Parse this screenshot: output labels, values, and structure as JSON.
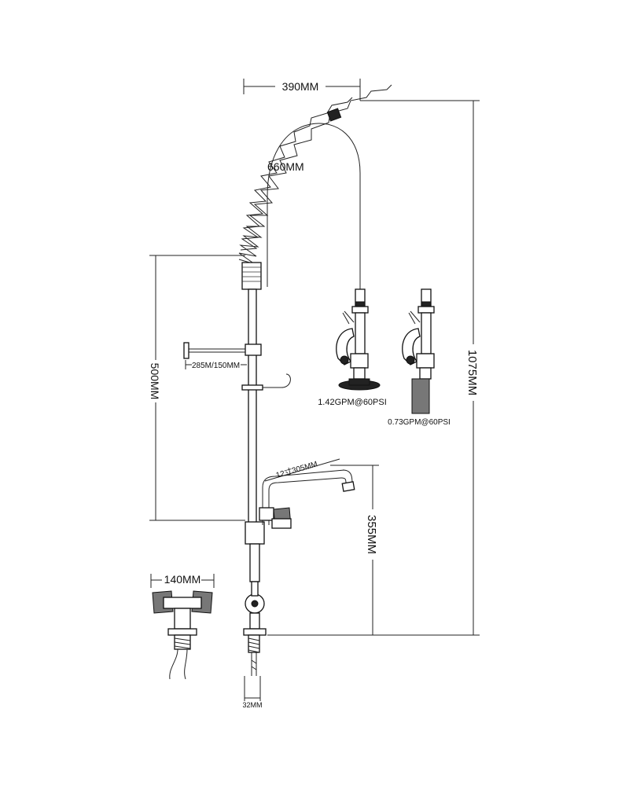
{
  "dimensions": {
    "spring_width": "390MM",
    "total_height": "1075MM",
    "hose_length": "660MM",
    "column_height": "500MM",
    "wall_bracket": "285M/150MM",
    "spout_length": "12寸305MM",
    "faucet_height": "355MM",
    "base_spacing": "140MM",
    "pipe_diameter": "32MM"
  },
  "spray_valves": {
    "standard_flow": "1.42GPM@60PSI",
    "low_flow": "0.73GPM@60PSI"
  }
}
